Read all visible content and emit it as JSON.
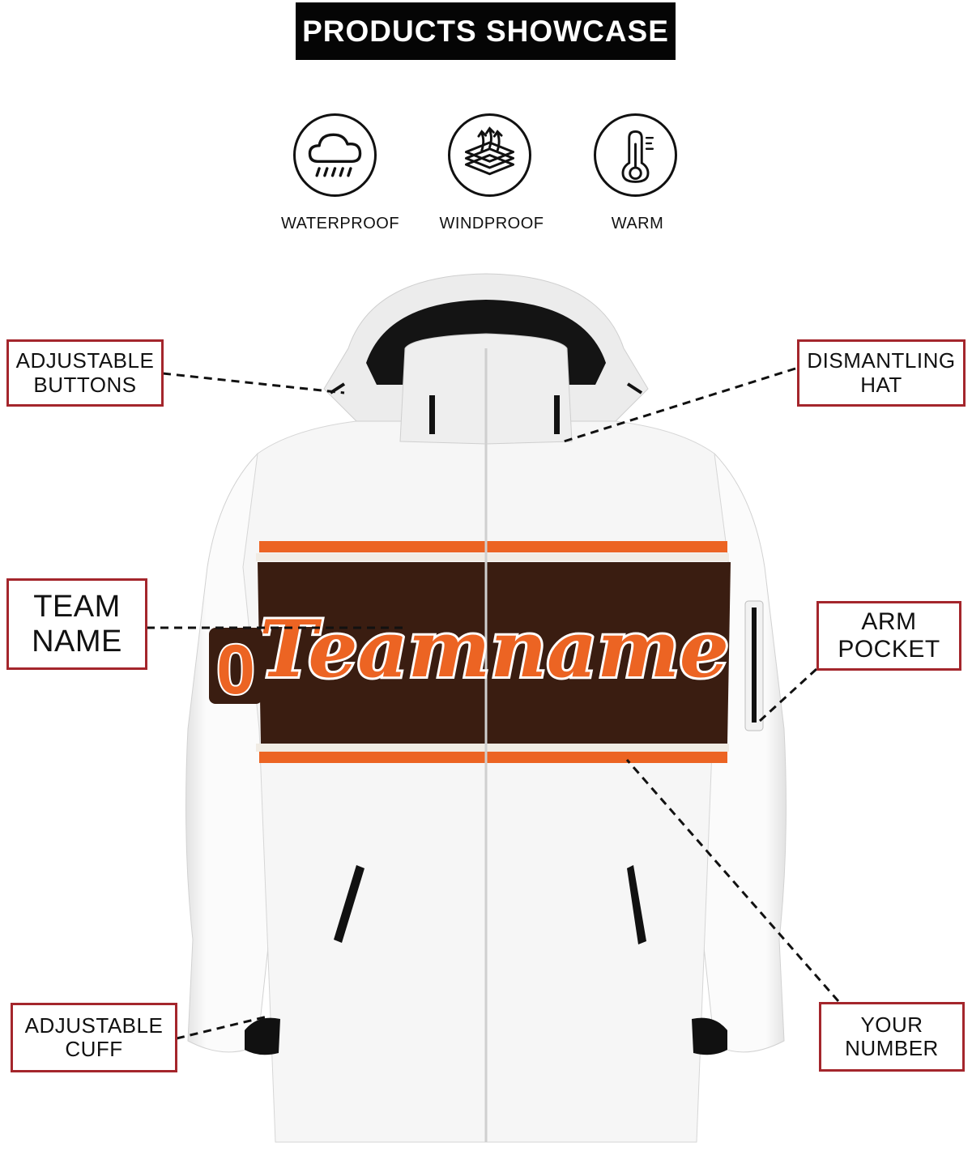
{
  "header": {
    "title": "PRODUCTS SHOWCASE"
  },
  "features": [
    {
      "label": "WATERPROOF",
      "icon": "cloud-rain-icon"
    },
    {
      "label": "WINDPROOF",
      "icon": "wind-layers-icon"
    },
    {
      "label": "WARM",
      "icon": "thermometer-icon"
    }
  ],
  "callouts": {
    "adjustable_buttons": {
      "line1": "ADJUSTABLE",
      "line2": "BUTTONS"
    },
    "dismantling_hat": {
      "line1": "DISMANTLING",
      "line2": "HAT"
    },
    "team_name": {
      "line1": "TEAM",
      "line2": "NAME"
    },
    "arm_pocket": {
      "line1": "ARM",
      "line2": "POCKET"
    },
    "adjustable_cuff": {
      "line1": "ADJUSTABLE",
      "line2": "CUFF"
    },
    "your_number": {
      "line1": "YOUR",
      "line2": "NUMBER"
    }
  },
  "product": {
    "chest_text": "Teamname",
    "sleeve_number": "0"
  },
  "colors": {
    "callout_border": "#a4262c",
    "stripe_orange": "#ec6423",
    "panel_brown": "#3a1d11",
    "jacket_white": "#f4f4f4"
  }
}
